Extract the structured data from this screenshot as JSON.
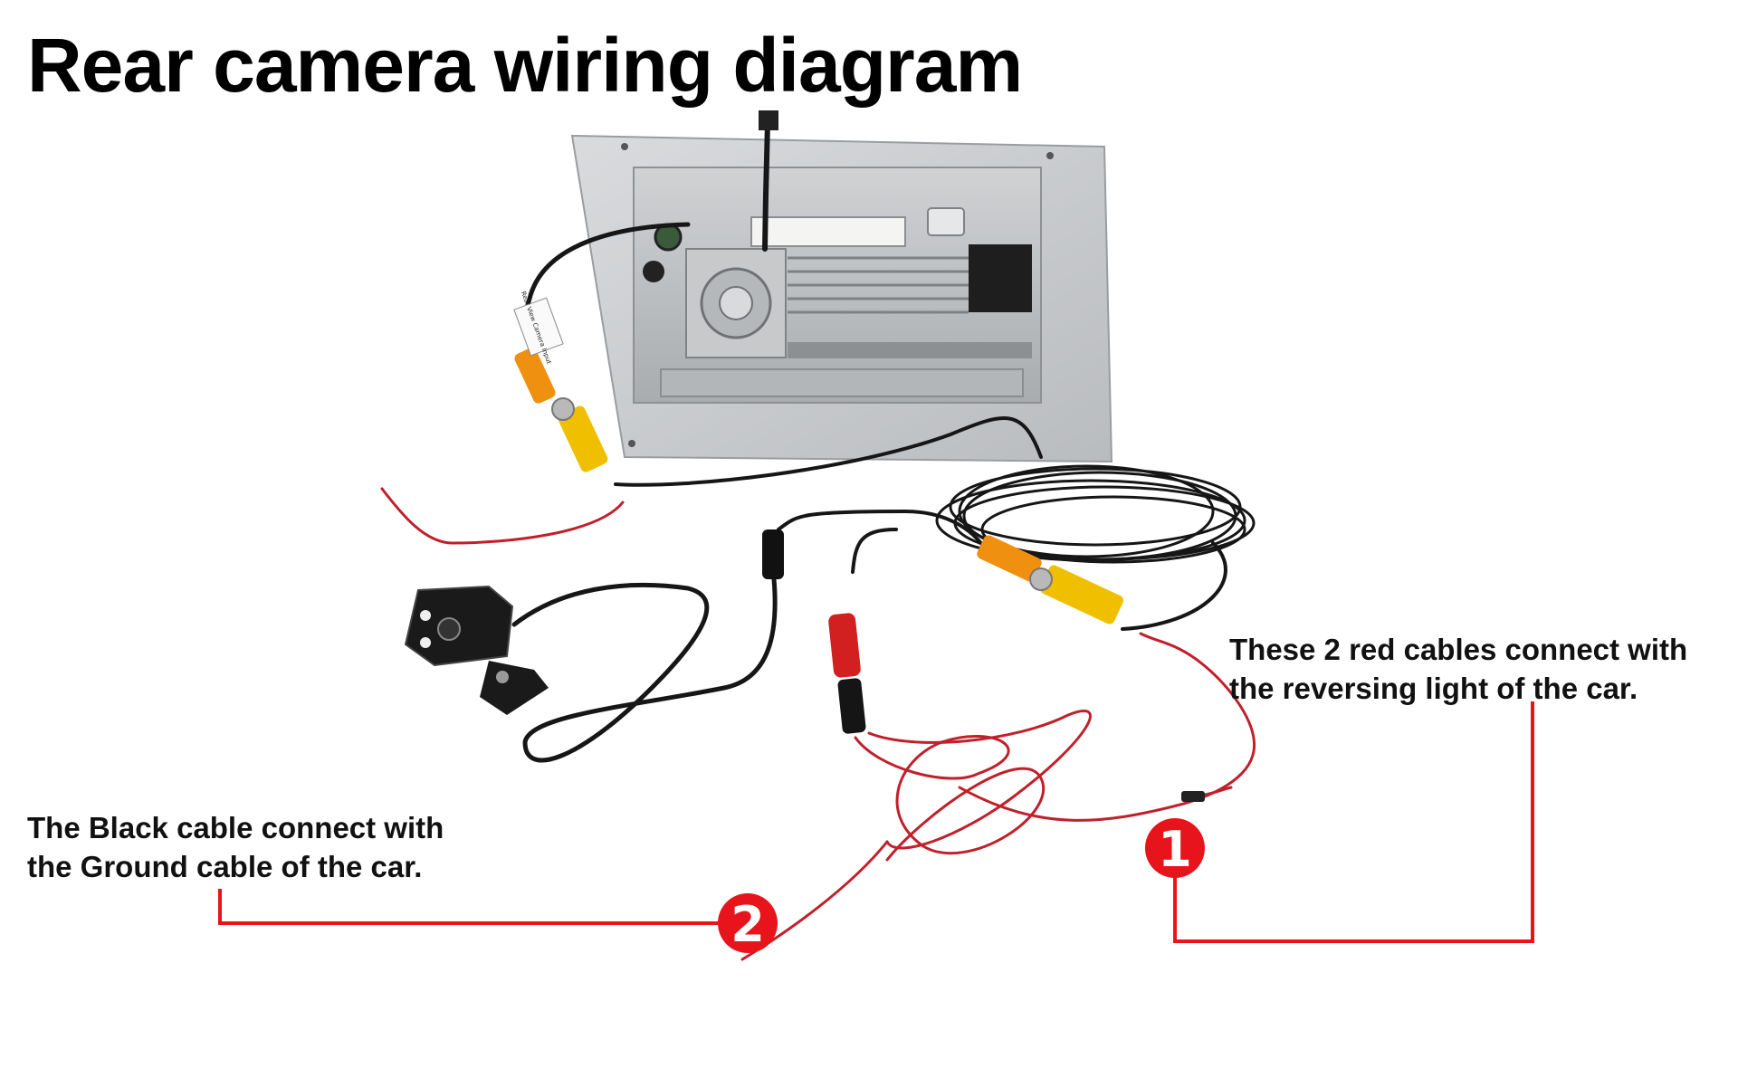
{
  "title": "Rear camera wiring diagram",
  "label_tag": "Rear View Camera Input",
  "notes": {
    "reversing_light": {
      "line1": "These 2 red cables connect with",
      "line2": "the reversing light of the car."
    },
    "ground": {
      "line1": "The Black cable connect with",
      "line2": "the Ground cable of the car."
    }
  },
  "markers": {
    "one": "1",
    "two": "2"
  },
  "colors": {
    "marker_red": "#e8141b",
    "cable_red": "#c0202a",
    "rca_yellow": "#f0c000",
    "rca_orange": "#f09010",
    "panel_silver": "#c9cbcd"
  }
}
